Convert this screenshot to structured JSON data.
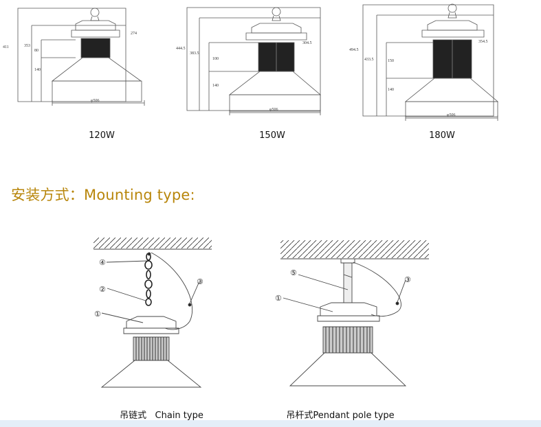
{
  "dimension_drawings": [
    {
      "caption": "120W",
      "dims": {
        "total": "411",
        "upper": "353",
        "driver": "80",
        "mid": "140",
        "top_right": "274",
        "diameter": "φ506"
      }
    },
    {
      "caption": "150W",
      "dims": {
        "total": "444.5",
        "upper": "383.5",
        "driver": "100",
        "mid": "140",
        "top_right": "304.5",
        "diameter": "φ506"
      }
    },
    {
      "caption": "180W",
      "dims": {
        "total": "494.5",
        "upper": "433.5",
        "driver": "150",
        "mid": "140",
        "top_right": "354.5",
        "diameter": "φ506"
      }
    }
  ],
  "section_title": "安装方式：Mounting type:",
  "mounting": [
    {
      "caption": "吊链式   Chain type",
      "callouts": [
        "④",
        "②",
        "①",
        "③"
      ]
    },
    {
      "caption": "吊杆式Pendant pole type",
      "callouts": [
        "⑤",
        "①",
        "③"
      ]
    }
  ],
  "colors": {
    "title": "#b8860b",
    "bar": "#e4eef8"
  }
}
